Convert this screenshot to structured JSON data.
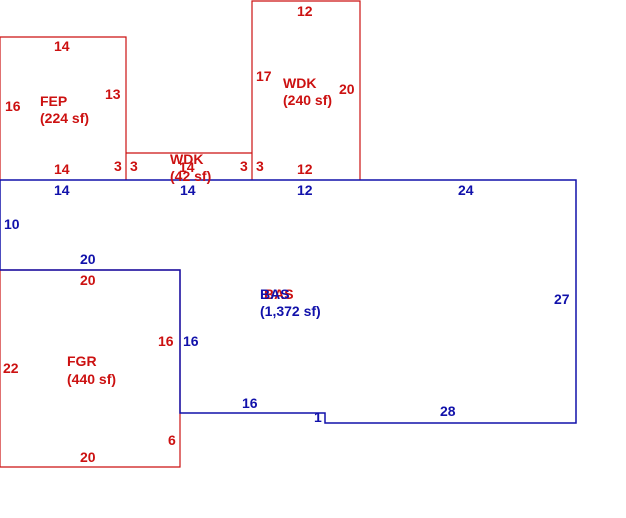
{
  "colors": {
    "dimension_red": "#cc1111",
    "dimension_blue": "#1111aa",
    "background": "#ffffff"
  },
  "areas": {
    "fep": {
      "name": "FEP",
      "area": "(224 sf)"
    },
    "wdk_top": {
      "name": "WDK",
      "area": "(240 sf)"
    },
    "wdk_mid": {
      "name": "WDK",
      "area": "(42 sf)"
    },
    "bas": {
      "name": "BAS",
      "area": "(1,372 sf)"
    },
    "fgr": {
      "name": "FGR",
      "area": "(440 sf)"
    }
  },
  "dims": {
    "fep_top": "14",
    "fep_left": "16",
    "fep_right": "13",
    "fep_bottom": "14",
    "wdk_top_top": "12",
    "wdk_top_left": "17",
    "wdk_top_right": "20",
    "wdk_top_bottom": "12",
    "wdk_mid_left_a": "3",
    "wdk_mid_left_b": "3",
    "wdk_mid_center": "14",
    "wdk_mid_right_a": "3",
    "wdk_mid_right_b": "3",
    "bas_top_a": "14",
    "bas_top_b": "14",
    "bas_top_c": "12",
    "bas_top_d": "24",
    "bas_left": "10",
    "bas_step": "20",
    "bas_right": "27",
    "bas_mid_left": "16",
    "bas_bottom_a": "16",
    "bas_notch": "1",
    "bas_bottom_b": "28",
    "fgr_top": "20",
    "fgr_left": "22",
    "fgr_right": "16",
    "fgr_right_low": "6",
    "fgr_bottom": "20"
  }
}
